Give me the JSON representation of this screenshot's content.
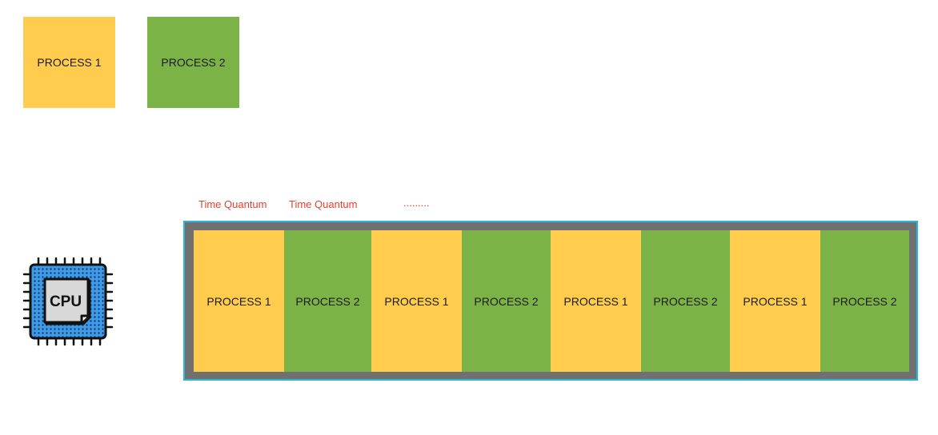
{
  "colors": {
    "process1": "#FFCC4D",
    "process2": "#7CB347",
    "time_quantum_text": "#E8402A",
    "frame_border": "#29B6D8",
    "frame_fill": "#707070",
    "cpu_chip": "#3E9BEA"
  },
  "legend": {
    "process1_label": "PROCESS 1",
    "process2_label": "PROCESS 2"
  },
  "time_quantum": {
    "label_1": "Time Quantum",
    "label_2": "Time Quantum",
    "ellipsis": "........."
  },
  "cpu": {
    "icon": "cpu-chip-icon",
    "label": "CPU"
  },
  "timeline": {
    "slots": [
      {
        "label": "PROCESS 1",
        "process": "process1"
      },
      {
        "label": "PROCESS 2",
        "process": "process2"
      },
      {
        "label": "PROCESS 1",
        "process": "process1"
      },
      {
        "label": "PROCESS 2",
        "process": "process2"
      },
      {
        "label": "PROCESS 1",
        "process": "process1"
      },
      {
        "label": "PROCESS 2",
        "process": "process2"
      },
      {
        "label": "PROCESS 1",
        "process": "process1"
      },
      {
        "label": "PROCESS 2",
        "process": "process2"
      }
    ]
  }
}
